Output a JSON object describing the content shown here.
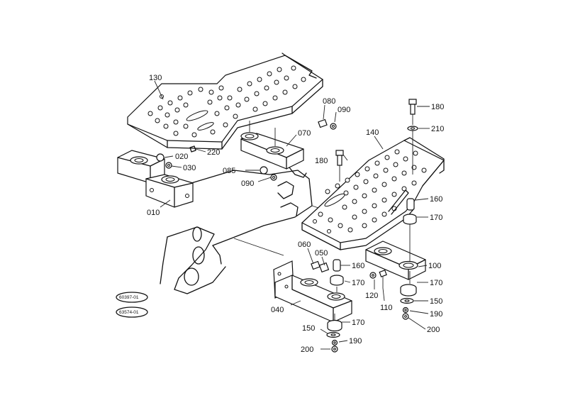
{
  "labels": {
    "p130": "130",
    "p220": "220",
    "p020": "020",
    "p030": "030",
    "p010": "010",
    "p080": "080",
    "p090a": "090",
    "p070": "070",
    "p085": "085",
    "p090b": "090",
    "p180a": "180",
    "p210": "210",
    "p140": "140",
    "p180b": "180",
    "p160a": "160",
    "p170a": "170",
    "p100": "100",
    "p060": "060",
    "p050": "050",
    "p160b": "160",
    "p170b": "170",
    "p120": "120",
    "p110": "110",
    "p040": "040",
    "p170c": "170",
    "p150a": "150",
    "p190a": "190",
    "p200a": "200",
    "p170d": "170",
    "p150b": "150",
    "p190b": "190",
    "p200b": "200"
  },
  "references": [
    "60397-01",
    "63574-01"
  ]
}
